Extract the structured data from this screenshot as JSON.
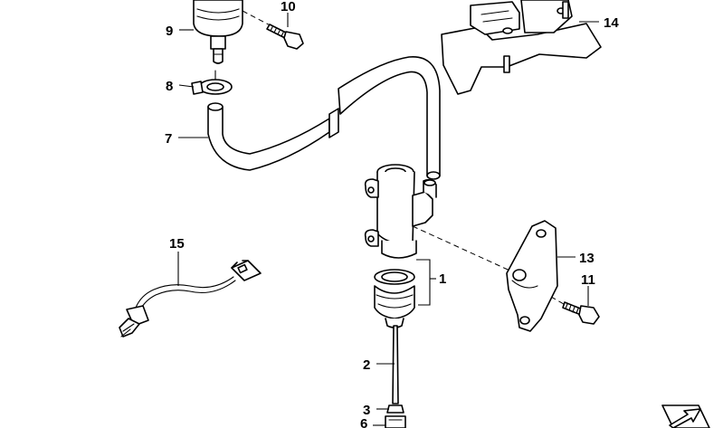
{
  "callouts": {
    "c1": "1",
    "c2": "2",
    "c3": "3",
    "c6": "6",
    "c7": "7",
    "c8": "8",
    "c9": "9",
    "c10": "10",
    "c11": "11",
    "c13": "13",
    "c14": "14",
    "c15": "15"
  },
  "parts": [
    {
      "callout": "1",
      "icon": "seal-grommet-icon"
    },
    {
      "callout": "2",
      "icon": "sensor-rod-icon"
    },
    {
      "callout": "3",
      "icon": "nut-icon"
    },
    {
      "callout": "6",
      "icon": "washer-icon"
    },
    {
      "callout": "7",
      "icon": "hose-icon"
    },
    {
      "callout": "8",
      "icon": "hose-clamp-icon"
    },
    {
      "callout": "9",
      "icon": "valve-icon"
    },
    {
      "callout": "10",
      "icon": "bolt-icon"
    },
    {
      "callout": "11",
      "icon": "bolt-icon"
    },
    {
      "callout": "13",
      "icon": "bracket-plate-icon"
    },
    {
      "callout": "14",
      "icon": "mounting-bracket-icon"
    },
    {
      "callout": "15",
      "icon": "sensor-cable-icon"
    }
  ],
  "colors": {
    "line": "#000000",
    "background": "#ffffff",
    "shade": "#d9d9d9"
  }
}
